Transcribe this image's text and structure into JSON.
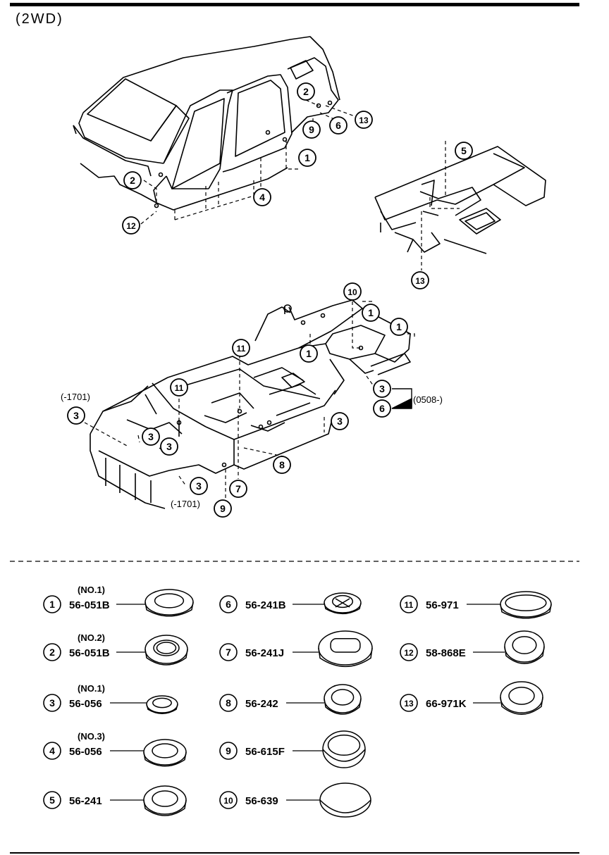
{
  "header": {
    "title": "(2WD)"
  },
  "diagram": {
    "callouts": [
      {
        "id": "c-side-2a",
        "num": "2"
      },
      {
        "id": "c-side-13a",
        "num": "13"
      },
      {
        "id": "c-side-9a",
        "num": "9"
      },
      {
        "id": "c-side-6a",
        "num": "6"
      },
      {
        "id": "c-side-1a",
        "num": "1"
      },
      {
        "id": "c-side-2b",
        "num": "2"
      },
      {
        "id": "c-side-4",
        "num": "4"
      },
      {
        "id": "c-side-12",
        "num": "12"
      },
      {
        "id": "c-frame-5",
        "num": "5"
      },
      {
        "id": "c-frame-13",
        "num": "13"
      },
      {
        "id": "c-floor-10",
        "num": "10"
      },
      {
        "id": "c-floor-1a",
        "num": "1"
      },
      {
        "id": "c-floor-1b",
        "num": "1"
      },
      {
        "id": "c-floor-1c",
        "num": "1"
      },
      {
        "id": "c-floor-11a",
        "num": "11"
      },
      {
        "id": "c-floor-3a",
        "num": "3"
      },
      {
        "id": "c-floor-6",
        "num": "6"
      },
      {
        "id": "c-floor-11b",
        "num": "11"
      },
      {
        "id": "c-floor-3b",
        "num": "3"
      },
      {
        "id": "c-floor-3c",
        "num": "3"
      },
      {
        "id": "c-floor-3d",
        "num": "3"
      },
      {
        "id": "c-floor-3e",
        "num": "3"
      },
      {
        "id": "c-floor-3f",
        "num": "3"
      },
      {
        "id": "c-floor-8",
        "num": "8"
      },
      {
        "id": "c-floor-7",
        "num": "7"
      },
      {
        "id": "c-floor-9",
        "num": "9"
      }
    ],
    "annotations": {
      "range_0508": "(0508-)",
      "range_1701_top": "(-1701)",
      "range_1701_bottom": "(-1701)"
    }
  },
  "legend": [
    {
      "num": "1",
      "note": "(NO.1)",
      "part": "56-051B"
    },
    {
      "num": "2",
      "note": "(NO.2)",
      "part": "56-051B"
    },
    {
      "num": "3",
      "note": "(NO.1)",
      "part": "56-056"
    },
    {
      "num": "4",
      "note": "(NO.3)",
      "part": "56-056"
    },
    {
      "num": "5",
      "note": "",
      "part": "56-241"
    },
    {
      "num": "6",
      "note": "",
      "part": "56-241B"
    },
    {
      "num": "7",
      "note": "",
      "part": "56-241J"
    },
    {
      "num": "8",
      "note": "",
      "part": "56-242"
    },
    {
      "num": "9",
      "note": "",
      "part": "56-615F"
    },
    {
      "num": "10",
      "note": "",
      "part": "56-639"
    },
    {
      "num": "11",
      "note": "",
      "part": "56-971"
    },
    {
      "num": "12",
      "note": "",
      "part": "58-868E"
    },
    {
      "num": "13",
      "note": "",
      "part": "66-971K"
    }
  ]
}
